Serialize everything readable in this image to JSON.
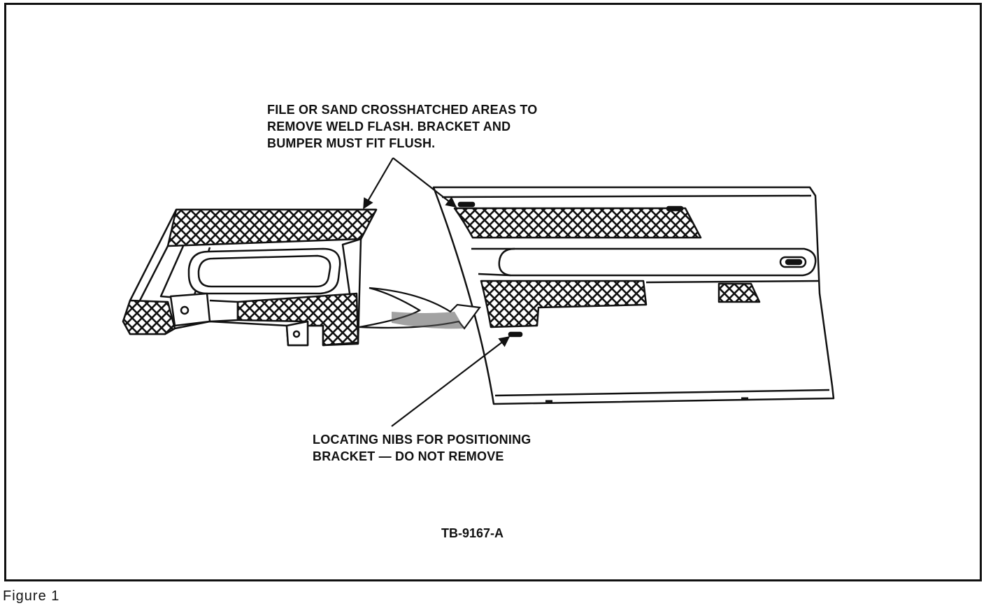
{
  "callouts": {
    "sand_areas": {
      "lines": [
        "FILE OR SAND CROSSHATCHED AREAS TO",
        "REMOVE WELD FLASH. BRACKET AND",
        "BUMPER MUST FIT FLUSH."
      ]
    },
    "locating_nibs": {
      "lines": [
        "LOCATING NIBS FOR POSITIONING",
        "BRACKET — DO NOT REMOVE"
      ]
    }
  },
  "drawing_number": "TB-9167-A",
  "figure_caption": "Figure  1",
  "colors": {
    "ink": "#111111",
    "paper": "#ffffff"
  }
}
